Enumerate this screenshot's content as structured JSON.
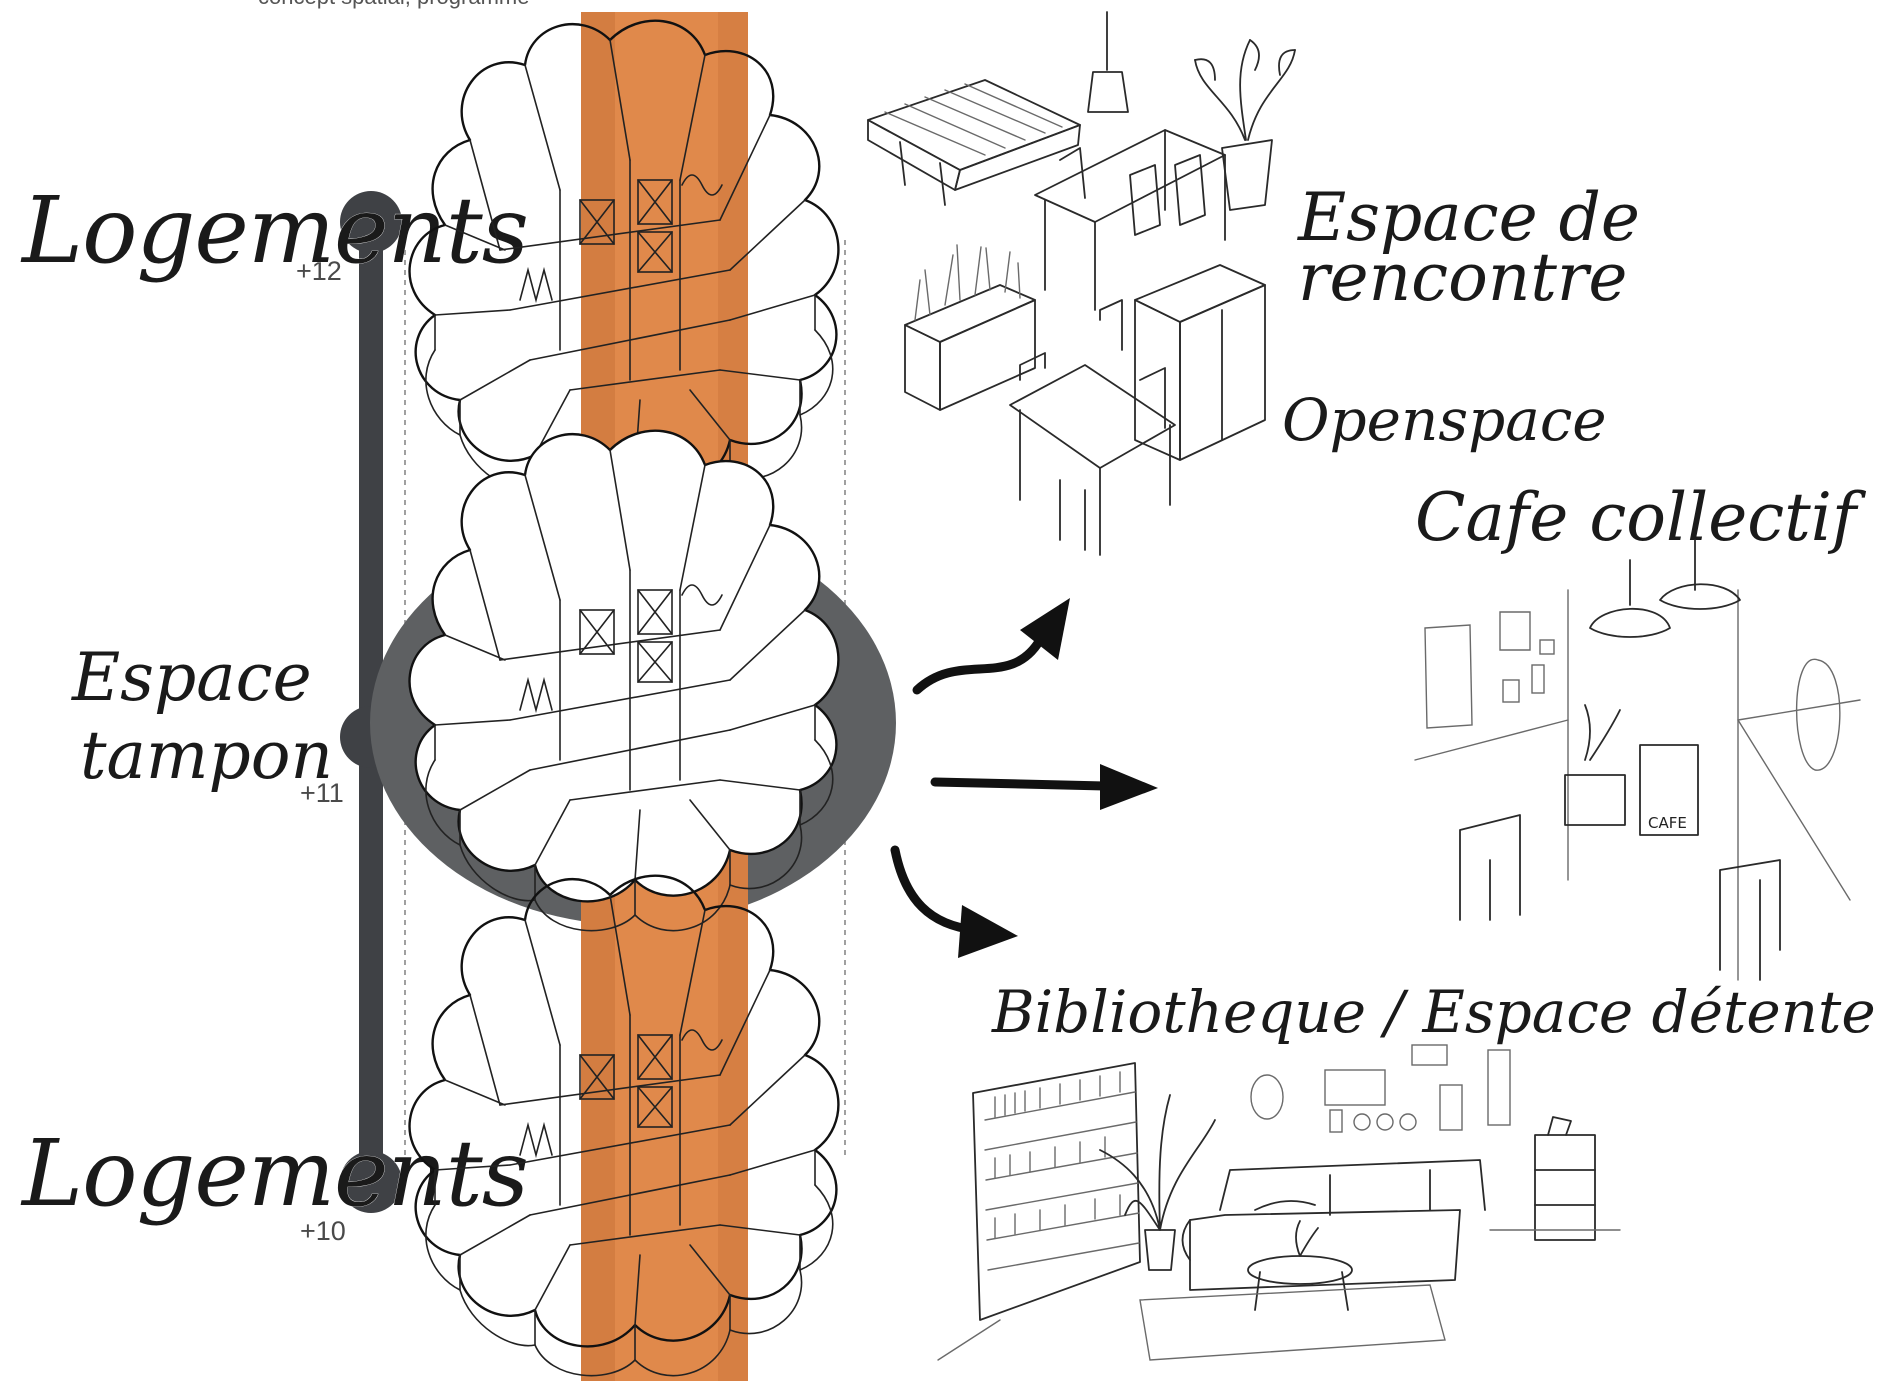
{
  "caption": "concept spatial, programme",
  "colors": {
    "core": "#e0894b",
    "core_shade": "#c9733a",
    "timeline": "#3f4145",
    "buffer_halo": "#5e6062",
    "ink": "#111111"
  },
  "levels": {
    "top": {
      "label": "Logements",
      "level": "+12"
    },
    "middle": {
      "label_line1": "Espace",
      "label_line2": "tampon",
      "level": "+11"
    },
    "bottom": {
      "label": "Logements",
      "level": "+10"
    }
  },
  "programmes": {
    "meeting_line1": "Espace de",
    "meeting_line2": "rencontre",
    "openspace": "Openspace",
    "cafe": "Cafe collectif",
    "cafe_sign": "CAFE",
    "library": "Bibliotheque / Espace détente"
  },
  "icons": [
    "arrow-icon",
    "arrow-icon",
    "arrow-icon"
  ]
}
